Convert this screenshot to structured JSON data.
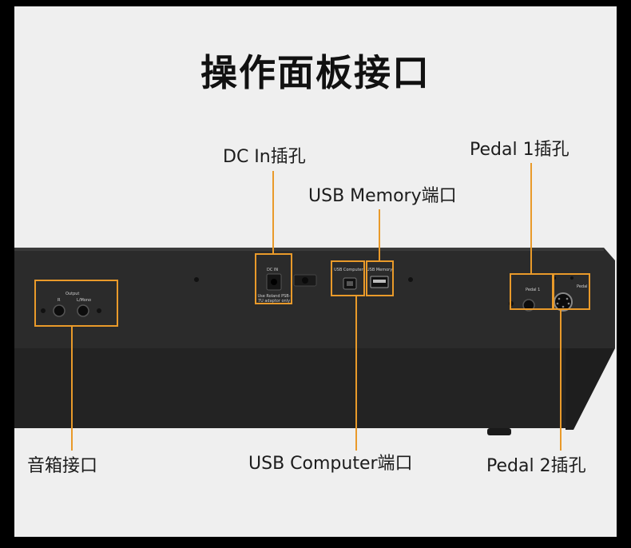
{
  "title": "操作面板接口",
  "callouts": {
    "dc_in": "DC In插孔",
    "usb_memory": "USB Memory端口",
    "pedal1": "Pedal 1插孔",
    "speaker": "音箱接口",
    "usb_computer": "USB Computer端口",
    "pedal2": "Pedal 2插孔"
  },
  "panel": {
    "output_label": "Output",
    "r_label": "R",
    "lmono_label": "L/Mono",
    "dc_in_label": "DC IN",
    "dc_note": "Use Roland PSB-7U adaptor only",
    "usb_computer_label": "USB Computer",
    "usb_memory_label": "USB Memory",
    "pedal1_label": "Pedal 1",
    "pedal_label": "Pedal"
  },
  "colors": {
    "highlight": "#e99a2a",
    "background": "#efefef",
    "instrument_body": "#2b2b2b"
  }
}
